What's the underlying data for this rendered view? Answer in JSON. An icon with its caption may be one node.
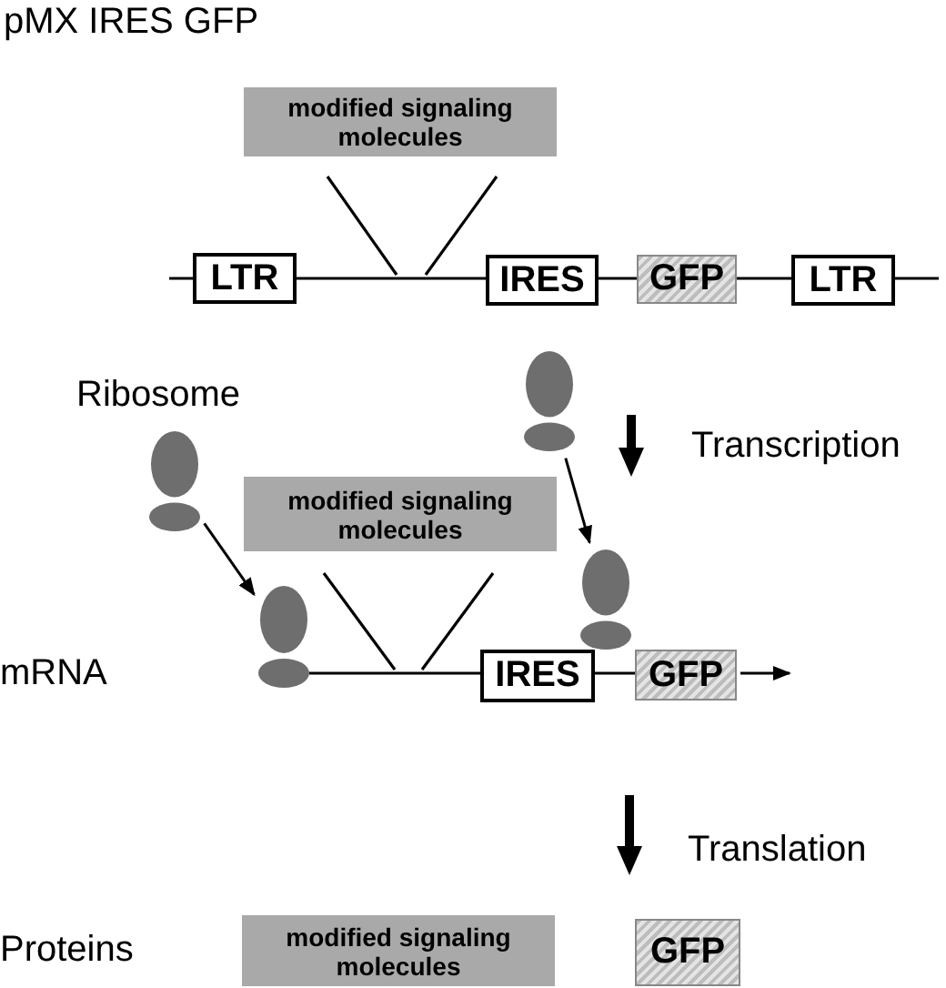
{
  "diagram": {
    "title": "pMX IRES GFP",
    "nodes": [
      {
        "text": [
          "modified signaling molecules"
        ]
      },
      {
        "text": [
          "LTR"
        ]
      },
      {
        "text": [
          "IRES"
        ]
      },
      {
        "text": [
          "GFP"
        ]
      },
      {
        "text": [
          "LTR"
        ]
      },
      {
        "text": [],
        "shape": "oval"
      },
      {
        "text": [],
        "shape": "oval"
      },
      {
        "text": [
          "modified signaling molecules"
        ]
      },
      {
        "text": [],
        "shape": "oval"
      },
      {
        "text": [],
        "shape": "oval"
      },
      {
        "text": [
          "IRES"
        ]
      },
      {
        "text": [
          "GFP"
        ]
      },
      {
        "text": [
          "modified signaling molecules"
        ]
      },
      {
        "text": [
          "GFP"
        ]
      }
    ],
    "edges": [
      {
        "from": 5,
        "to": 8,
        "arrow": "to"
      },
      {
        "from": 6,
        "to": 9,
        "arrow": "to"
      },
      {
        "from": 11,
        "to": null,
        "arrow": "to"
      },
      {
        "from": 1,
        "to": 2,
        "arrow": "none"
      },
      {
        "from": 2,
        "to": 3,
        "arrow": "none"
      },
      {
        "from": 3,
        "to": 4,
        "arrow": "none"
      },
      {
        "from": null,
        "to": 1,
        "arrow": "none"
      },
      {
        "from": 4,
        "to": null,
        "arrow": "none"
      },
      {
        "from": 8,
        "to": 10,
        "arrow": "none"
      },
      {
        "from": 10,
        "to": 11,
        "arrow": "none"
      }
    ],
    "labels": [
      "Ribosome",
      "Transcription",
      "mRNA",
      "Translation",
      "Proteins"
    ]
  }
}
